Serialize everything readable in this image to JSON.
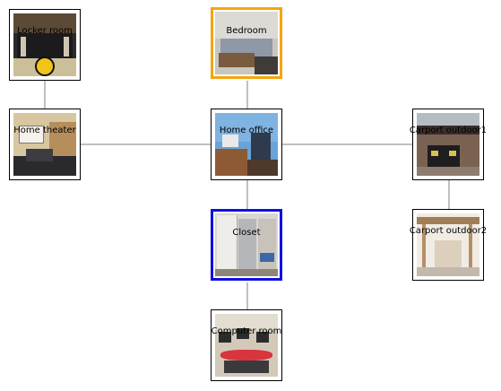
{
  "nodes": {
    "locker_room": "Locker room",
    "bedroom": "Bedroom",
    "home_theater": "Home theater",
    "home_office": "Home office",
    "carport_outdoor1": "Carport outdoor1",
    "closet": "Closet",
    "carport_outdoor2": "Carport outdoor2",
    "computer_room": "Computer room"
  },
  "colors": {
    "edge": "#808080",
    "highlight_orange": "#f5a50f",
    "highlight_blue": "#1010e0"
  }
}
